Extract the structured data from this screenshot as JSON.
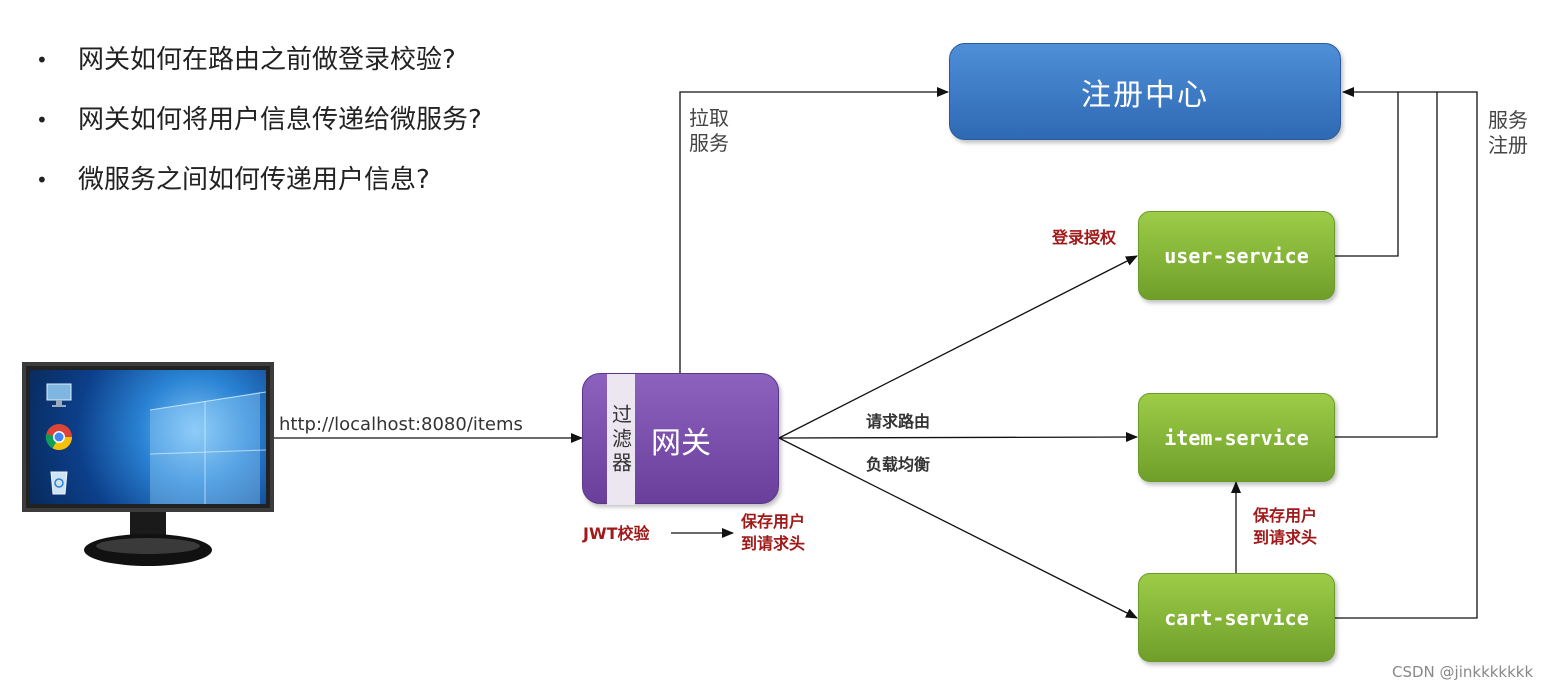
{
  "bullets": [
    "网关如何在路由之前做登录校验?",
    "网关如何将用户信息传递给微服务?",
    "微服务之间如何传递用户信息?"
  ],
  "registry": {
    "label": "注册中心",
    "color": "#3a78c9"
  },
  "services": {
    "user": {
      "label": "user-service"
    },
    "item": {
      "label": "item-service"
    },
    "cart": {
      "label": "cart-service"
    },
    "color": "#86b83a"
  },
  "gateway": {
    "label": "网关",
    "filter_label": "过滤器",
    "color": "#7b4fae"
  },
  "labels": {
    "pull_service": [
      "拉取",
      "服务"
    ],
    "service_register": [
      "服务",
      "注册"
    ],
    "login_auth": "登录授权",
    "request_route": "请求路由",
    "load_balance": "负载均衡",
    "jwt_check": "JWT校验",
    "save_user_gateway": [
      "保存用户",
      "到请求头"
    ],
    "save_user_cart": [
      "保存用户",
      "到请求头"
    ],
    "url": "http://localhost:8080/items"
  },
  "client": {
    "icons": [
      "monitor-icon",
      "chrome-icon",
      "recycle-bin-icon"
    ]
  },
  "watermark": "CSDN @jinkkkkkkk"
}
